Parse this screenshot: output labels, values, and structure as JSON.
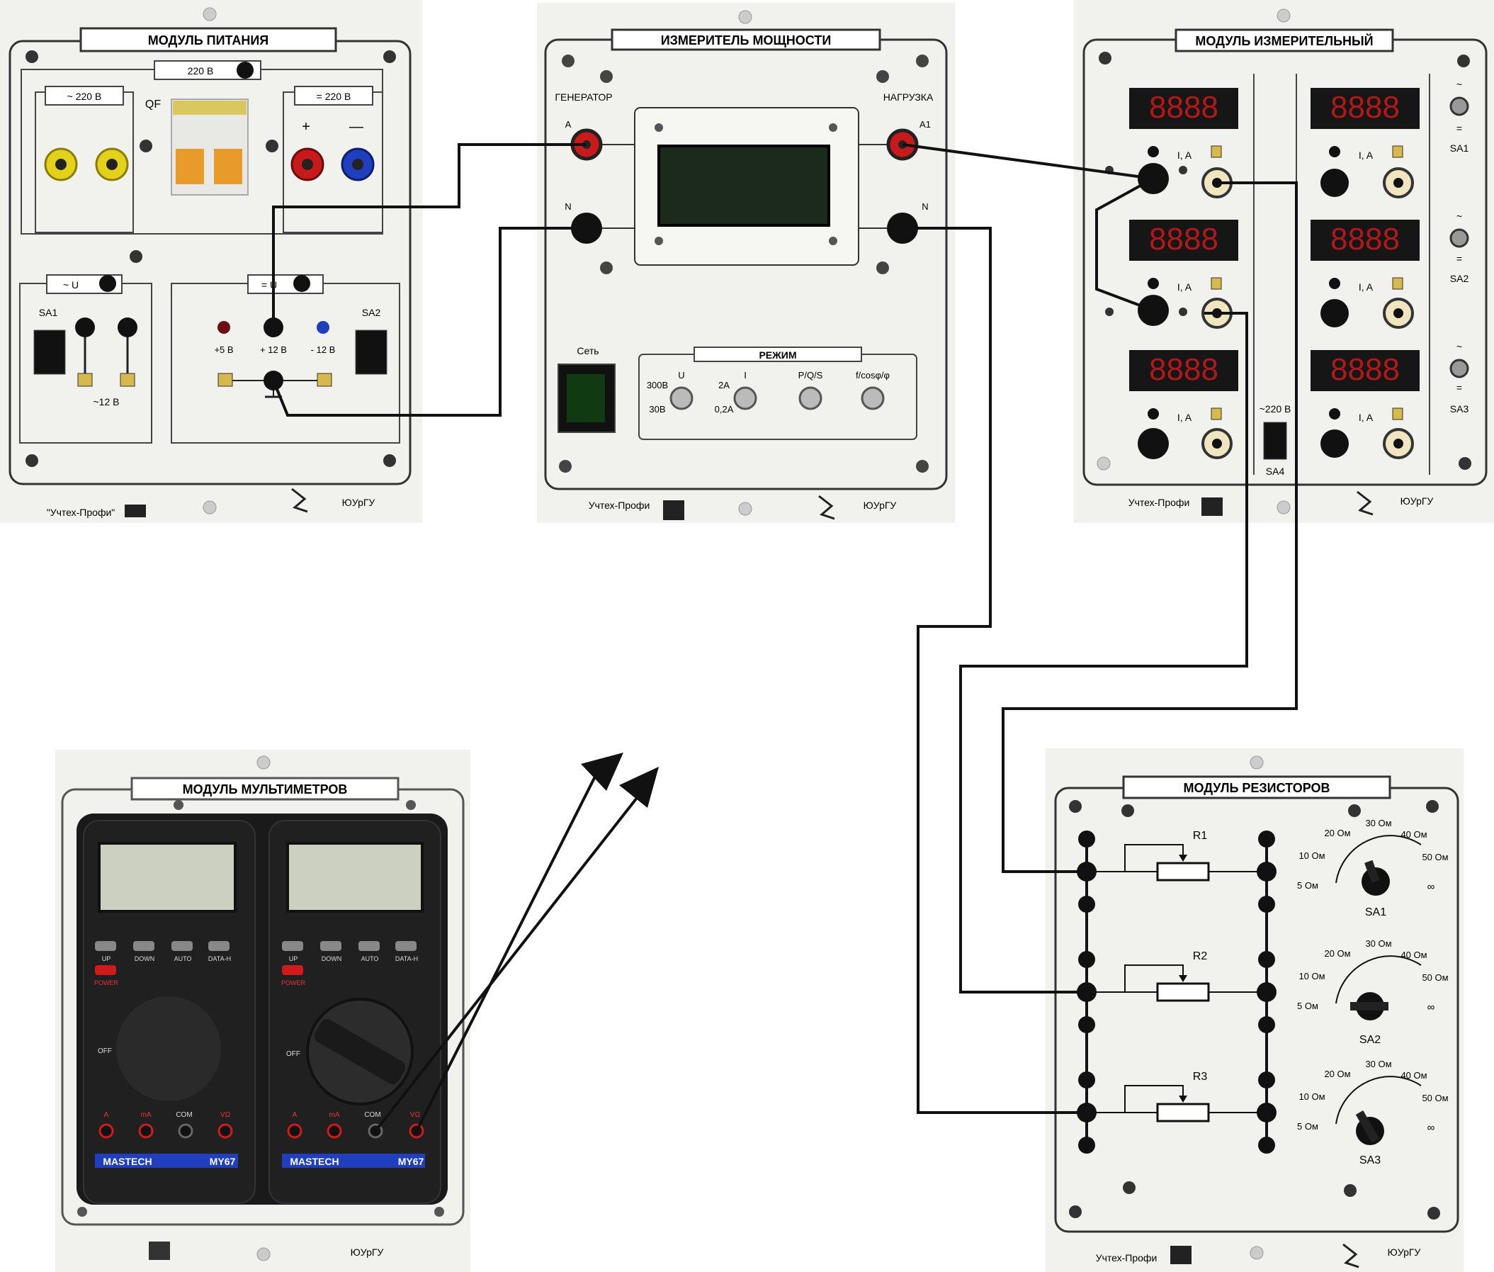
{
  "power_module": {
    "title": "МОДУЛЬ ПИТАНИЯ",
    "top_box": "220 В",
    "ac_box": "~ 220 В",
    "qf": "QF",
    "dc_box": "= 220 В",
    "plus": "+",
    "minus": "—",
    "ac_u_box": "~ U",
    "dc_u_box": "= U",
    "sa1": "SA1",
    "sa2": "SA2",
    "minus12_ac": "~12 В",
    "plus5": "+5 В",
    "plus12": "+ 12 В",
    "minus12": "- 12 В",
    "footer_left": "\"Учтех-Профи\"",
    "footer_right": "ЮУрГУ"
  },
  "meter_module": {
    "title": "ИЗМЕРИТЕЛЬ МОЩНОСТИ",
    "generator": "ГЕНЕРАТОР",
    "load": "НАГРУЗКА",
    "a": "A",
    "n_left": "N",
    "a1": "A1",
    "n_right": "N",
    "network": "Сеть",
    "mode": "РЕЖИМ",
    "u": "U",
    "i": "I",
    "pqs": "P/Q/S",
    "fcos": "f/cosφ/φ",
    "v300": "300В",
    "v30": "30В",
    "a2": "2А",
    "a02": "0,2А",
    "footer_left": "Учтех-Профи",
    "footer_right": "ЮУрГУ"
  },
  "measure_module": {
    "title": "МОДУЛЬ ИЗМЕРИТЕЛЬНЫЙ",
    "ia": "I, A",
    "sa1": "SA1",
    "sa2": "SA2",
    "sa3": "SA3",
    "sa4": "SA4",
    "v220": "~220 В",
    "tilde": "~",
    "eq": "=",
    "footer_left": "Учтех-Профи",
    "footer_right": "ЮУрГУ"
  },
  "multimeter_module": {
    "title": "МОДУЛЬ МУЛЬТИМЕТРОВ",
    "brand": "MASTECH",
    "model": "MY67",
    "btn_up": "UP",
    "btn_down": "DOWN",
    "btn_auto": "AUTO",
    "btn_data": "DATA-H",
    "power": "POWER",
    "off": "OFF",
    "com": "COM",
    "a": "A",
    "ma": "mA",
    "vo": "VΩ",
    "footer_right": "ЮУрГУ"
  },
  "resistor_module": {
    "title": "МОДУЛЬ РЕЗИСТОРОВ",
    "r1": "R1",
    "r2": "R2",
    "r3": "R3",
    "sa1": "SA1",
    "sa2": "SA2",
    "sa3": "SA3",
    "dial_labels": [
      "5 Ом",
      "10 Ом",
      "20 Ом",
      "30 Ом",
      "40 Ом",
      "50 Ом",
      "∞"
    ],
    "footer_left": "Учтех-Профи",
    "footer_right": "ЮУрГУ"
  },
  "display_digits": "8888",
  "colors": {
    "panel": "#f2f3ee",
    "line": "#222222",
    "red": "#d11a1a",
    "blue": "#1f3fbf",
    "yellow": "#e4d21a",
    "led": "#b11818"
  }
}
